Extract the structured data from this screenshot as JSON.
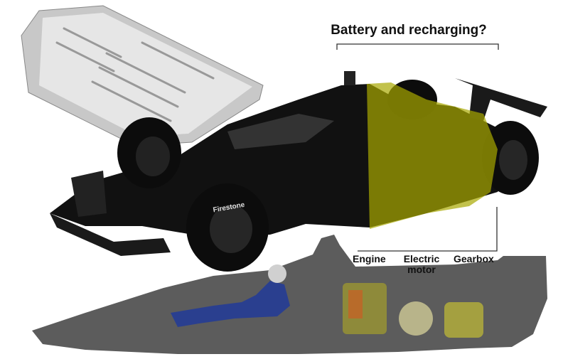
{
  "title": "Battery and recharging?",
  "labels": {
    "engine": "Engine",
    "electric_motor_line1": "Electric",
    "electric_motor_line2": "motor",
    "gearbox": "Gearbox"
  },
  "tire_brand": "Firestone",
  "colors": {
    "highlight": "#a8a800",
    "silhouette": "#5c5c5c",
    "car_body": "#111111",
    "battery": "#d8d8d8",
    "driver_suit": "#2a3f8f"
  }
}
